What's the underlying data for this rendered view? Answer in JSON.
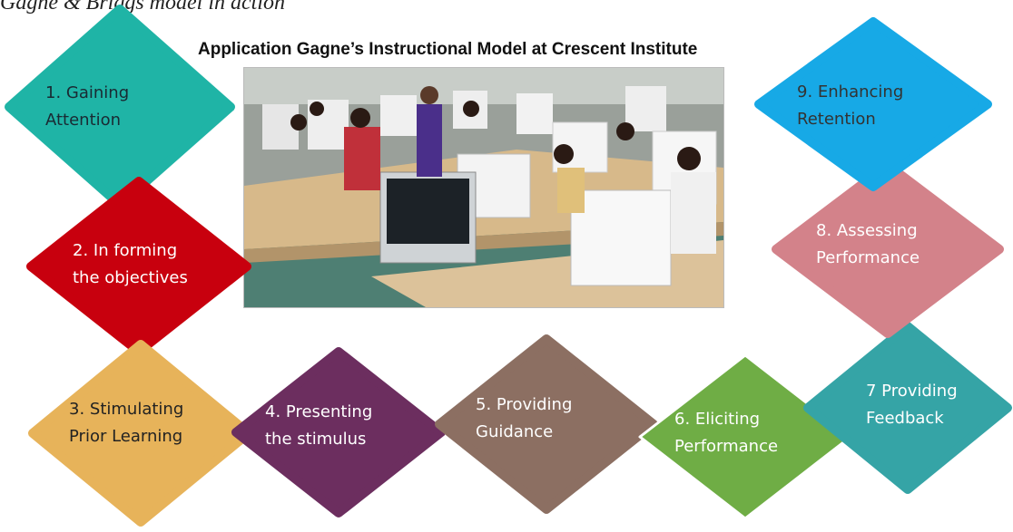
{
  "caption": "Gagne & Briggs model in action",
  "title": "Application Gagne’s Instructional Model at Crescent Institute",
  "photo": {
    "alt": "classroom-computer-lab-photo"
  },
  "steps": [
    {
      "line1": "1. Gaining",
      "line2": "Attention",
      "color": "#1fb4a6",
      "text_color": "#1a2a33"
    },
    {
      "line1": "2. In forming",
      "line2": "the objectives",
      "color": "#c8000e",
      "text_color": "#ffffff"
    },
    {
      "line1": "3. Stimulating",
      "line2": "Prior Learning",
      "color": "#e7b35a",
      "text_color": "#222222"
    },
    {
      "line1": "4. Presenting",
      "line2": "the stimulus",
      "color": "#6c2e5f",
      "text_color": "#ffffff"
    },
    {
      "line1": "5. Providing",
      "line2": "Guidance",
      "color": "#8c6f62",
      "text_color": "#ffffff"
    },
    {
      "line1": "6. Eliciting",
      "line2": "Performance",
      "color": "#6fad45",
      "text_color": "#ffffff"
    },
    {
      "line1": "7 Providing",
      "line2": "Feedback",
      "color": "#35a4a6",
      "text_color": "#ffffff"
    },
    {
      "line1": "8. Assessing",
      "line2": "Performance",
      "color": "#d3828a",
      "text_color": "#ffffff"
    },
    {
      "line1": "9. Enhancing",
      "line2": "Retention",
      "color": "#17a9e6",
      "text_color": "#333333"
    }
  ]
}
